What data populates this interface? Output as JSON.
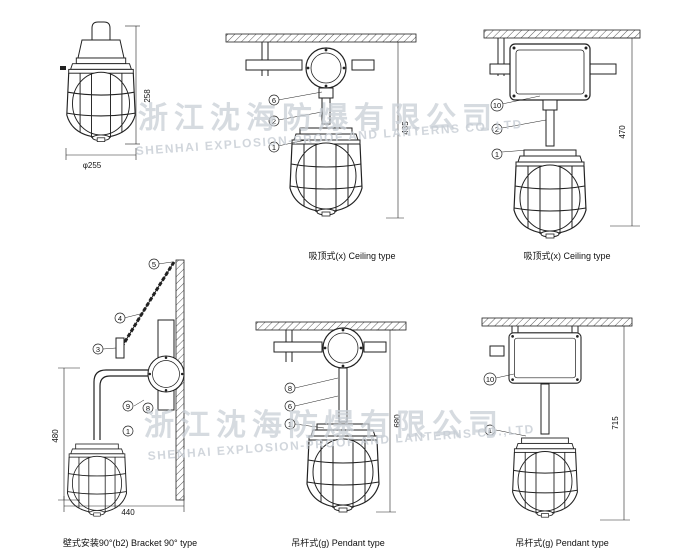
{
  "captions": {
    "ceiling_a": "吸顶式(x) Ceiling type",
    "ceiling_b": "吸顶式(x) Ceiling type",
    "bracket": "壁式安装90°(b2) Bracket 90° type",
    "pendant_a": "吊杆式(g) Pendant type",
    "pendant_b": "吊杆式(g) Pendant type"
  },
  "dimensions": {
    "base_height": "258",
    "base_diameter": "φ255",
    "ceiling_a_height": "435",
    "ceiling_b_height": "470",
    "bracket_height": "480",
    "bracket_width": "440",
    "pendant_a_height": "680",
    "pendant_b_height": "715"
  },
  "callouts": {
    "one": "1",
    "two": "2",
    "three": "3",
    "four": "4",
    "five": "5",
    "six": "6",
    "eight": "8",
    "nine": "9",
    "ten": "10"
  },
  "watermark": {
    "cn": "浙江沈海防爆有限公司",
    "en": "SHENHAI EXPLOSION-PROOF AND LANTERNS CO.,LTD"
  }
}
